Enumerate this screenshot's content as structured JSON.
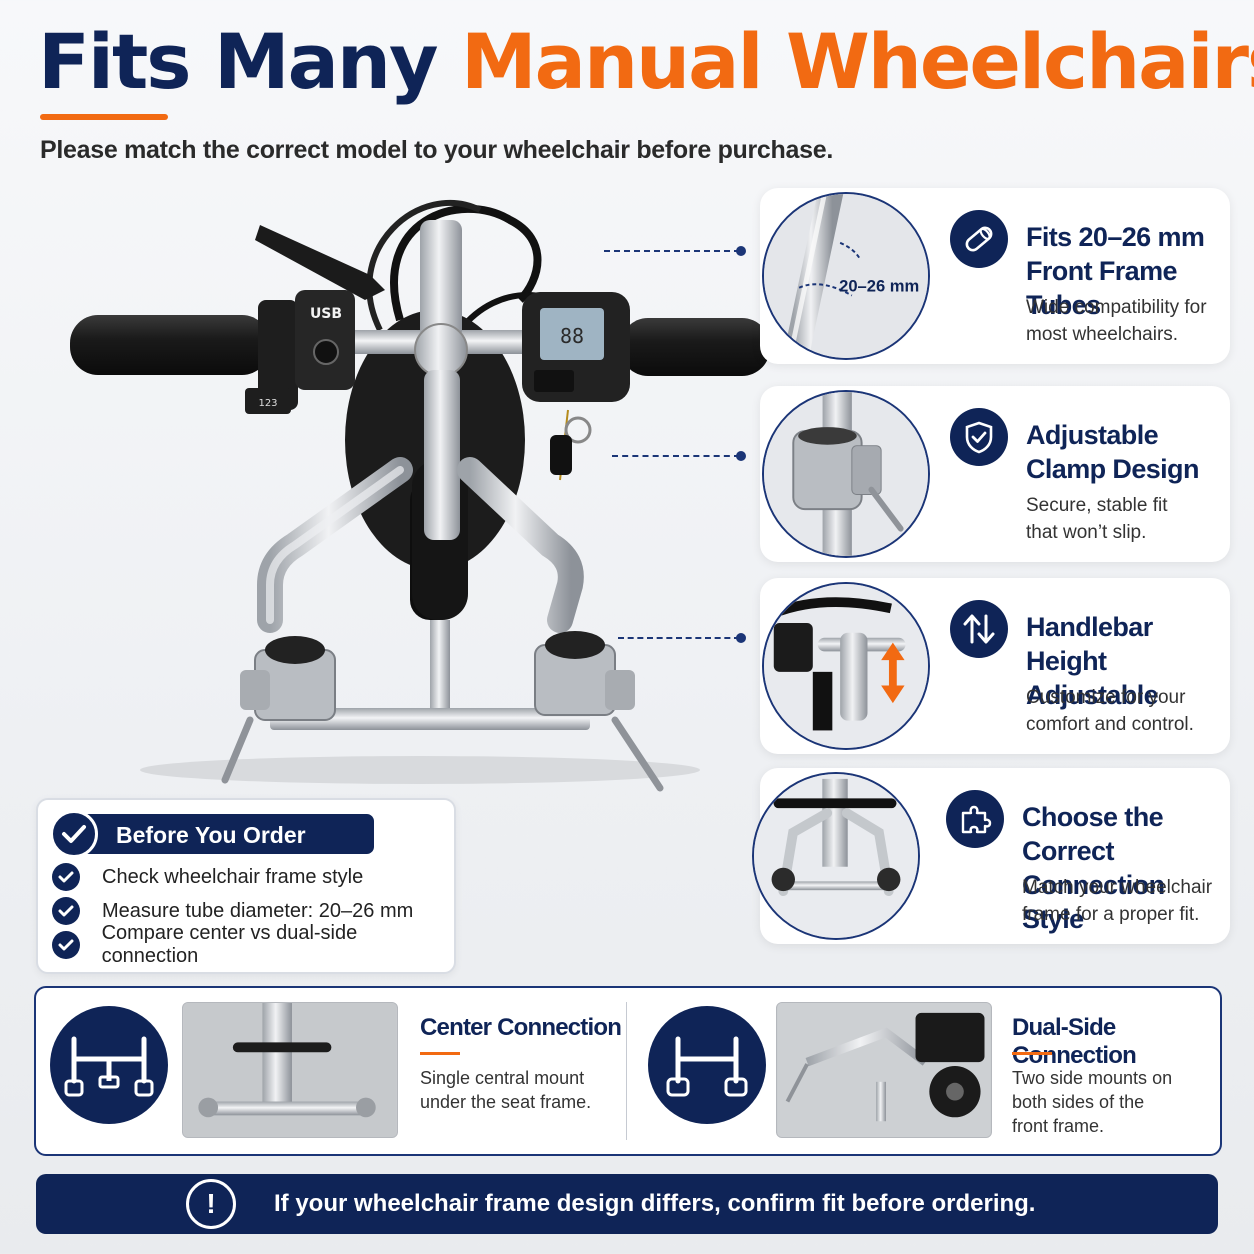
{
  "header": {
    "title_part1": "Fits Many",
    "title_part2": "Manual Wheelchairs",
    "subtitle": "Please match the correct model to your wheelchair before purchase."
  },
  "product": {
    "port_label": "USB",
    "display_reading": "88",
    "switch_label": "123"
  },
  "features": [
    {
      "icon": "tube-icon",
      "title_line1": "Fits 20–26 mm",
      "title_line2": "Front Frame Tubes",
      "desc_line1": "Wide compatibility for",
      "desc_line2": "most wheelchairs.",
      "circle_label": "20–26 mm"
    },
    {
      "icon": "shield-check-icon",
      "title_line1": "Adjustable",
      "title_line2": "Clamp Design",
      "desc_line1": "Secure, stable fit",
      "desc_line2": "that won’t slip."
    },
    {
      "icon": "up-down-arrows-icon",
      "title_line1": "Handlebar Height",
      "title_line2": "Adjustable",
      "desc_line1": "Customize for your",
      "desc_line2": "comfort and control."
    },
    {
      "icon": "puzzle-icon",
      "title_line1": "Choose the Correct",
      "title_line2": "Connection Style",
      "desc_line1": "Match your wheelchair",
      "desc_line2": "frame for a proper fit."
    }
  ],
  "before_order": {
    "title": "Before You Order",
    "items": [
      "Check wheelchair frame style",
      "Measure tube diameter: 20–26 mm",
      "Compare center vs dual-side connection"
    ]
  },
  "connections": [
    {
      "title": "Center Connection",
      "desc_line1": "Single central mount",
      "desc_line2": "under the seat frame.",
      "icon": "center-mount-icon"
    },
    {
      "title": "Dual-Side Connection",
      "desc_line1": "Two side mounts on",
      "desc_line2": "both sides of the",
      "desc_line3": "front frame.",
      "icon": "dual-mount-icon"
    }
  ],
  "banner": {
    "icon": "exclamation-icon",
    "icon_glyph": "!",
    "text": "If your wheelchair frame design differs, confirm fit before ordering."
  },
  "colors": {
    "navy": "#0f2457",
    "orange": "#f26a12",
    "background": "#f3f4f6"
  }
}
